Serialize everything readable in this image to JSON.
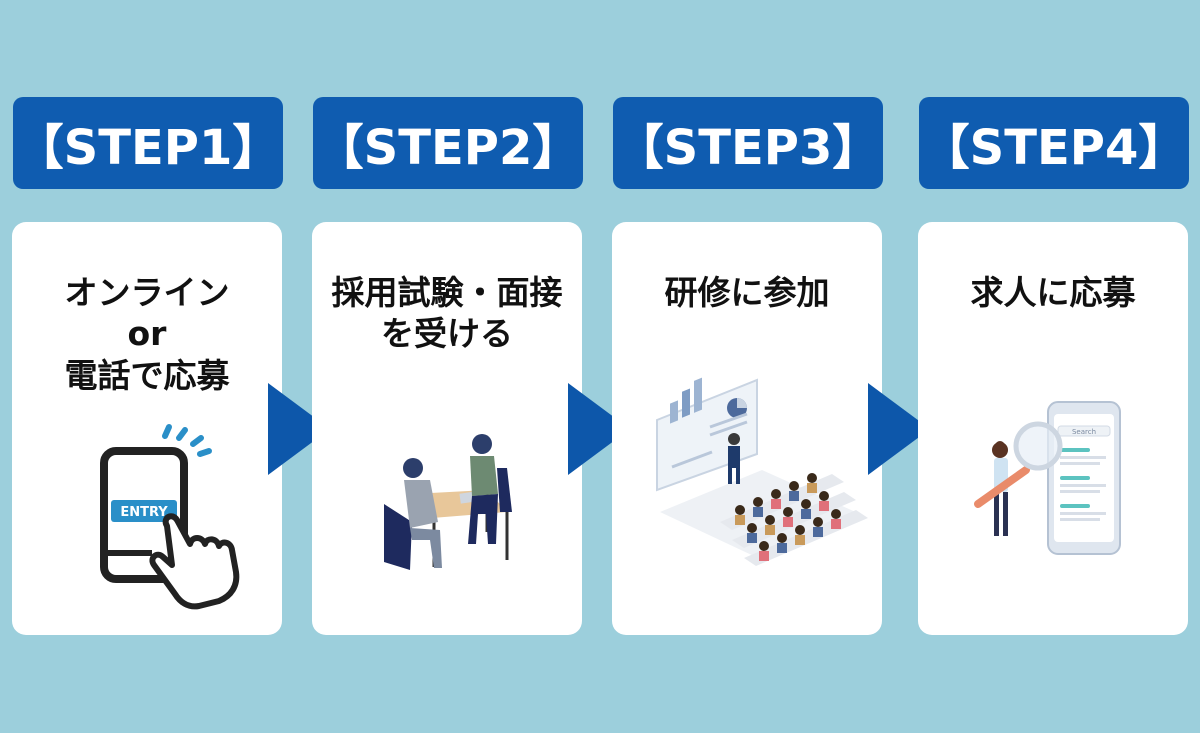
{
  "steps": [
    {
      "label": "【STEP1】",
      "title_lines": [
        "オンライン",
        "or",
        "電話で応募"
      ],
      "entry_label": "ENTRY"
    },
    {
      "label": "【STEP2】",
      "title_lines": [
        "採用試験・面接",
        "を受ける"
      ]
    },
    {
      "label": "【STEP3】",
      "title_lines": [
        "研修に参加"
      ]
    },
    {
      "label": "【STEP4】",
      "title_lines": [
        "求人に応募"
      ],
      "search_label": "Search"
    }
  ],
  "colors": {
    "background": "#9ccfdc",
    "step_header": "#0f5cb0",
    "arrow": "#0d57aa",
    "card": "#ffffff"
  }
}
